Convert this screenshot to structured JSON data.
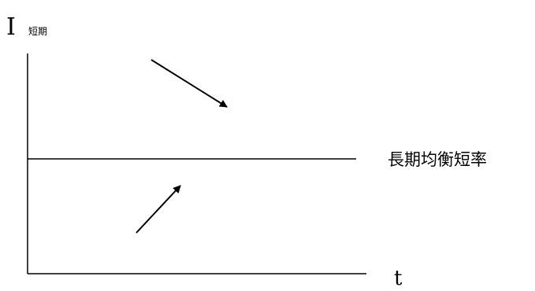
{
  "diagram": {
    "y_axis_label": "I",
    "y_axis_subscript": "短期",
    "x_axis_label": "t",
    "equilibrium_label": "長期均衡短率"
  },
  "colors": {
    "stroke": "#000000",
    "background": "#ffffff"
  }
}
